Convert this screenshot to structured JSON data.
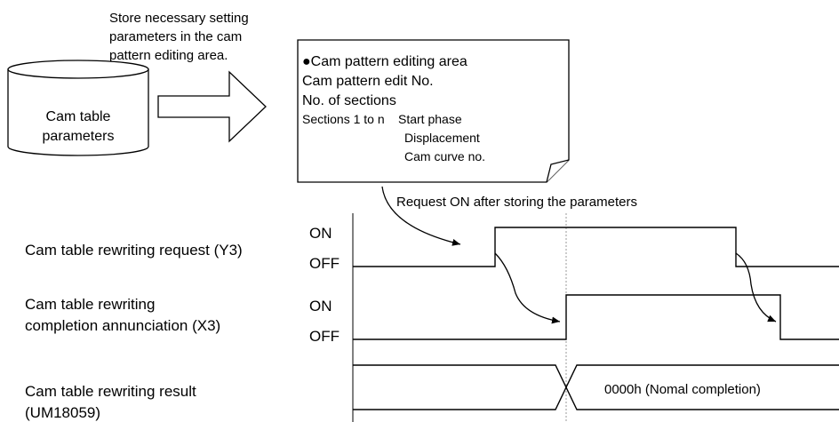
{
  "store_note": {
    "lines": [
      "Store necessary setting",
      "parameters in the cam",
      "pattern editing area."
    ]
  },
  "cylinder": {
    "lines": [
      "Cam table",
      "parameters"
    ]
  },
  "card": {
    "title": "●Cam pattern editing area",
    "line1": "Cam pattern edit No.",
    "line2": "No. of sections",
    "sections_label": "Sections 1 to n",
    "items": [
      "Start phase",
      "Displacement",
      "Cam curve no."
    ]
  },
  "request_note": "Request ON after storing the parameters",
  "signals": [
    {
      "lines": [
        "Cam table rewriting request (Y3)"
      ],
      "on": "ON",
      "off": "OFF"
    },
    {
      "lines": [
        "Cam table rewriting",
        "completion annunciation (X3)"
      ],
      "on": "ON",
      "off": "OFF"
    },
    {
      "lines": [
        "Cam table rewriting result",
        "(UM18059)"
      ]
    }
  ],
  "result_value": "0000h (Nomal completion)"
}
